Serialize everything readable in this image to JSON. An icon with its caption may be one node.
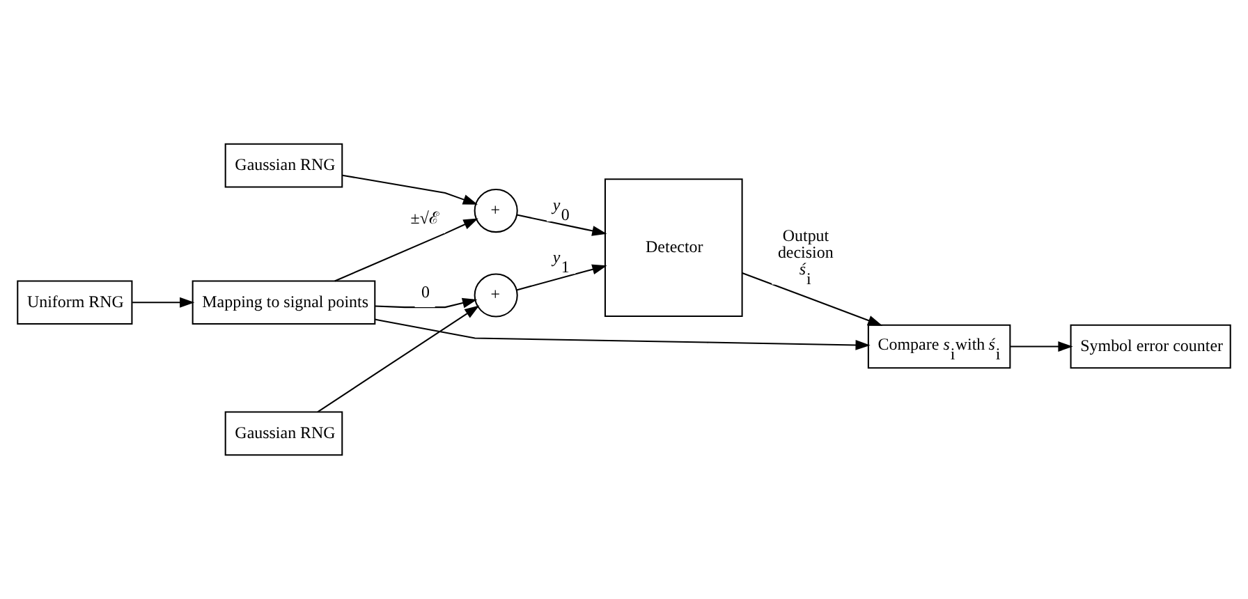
{
  "diagram": {
    "nodes": [
      {
        "text": [
          "Uniform RNG"
        ]
      },
      {
        "text": [
          "Mapping to signal points"
        ]
      },
      {
        "text": [
          "Gaussian RNG"
        ]
      },
      {
        "text": [
          "+"
        ]
      },
      {
        "text": [
          "Gaussian RNG"
        ]
      },
      {
        "text": [
          "+"
        ]
      },
      {
        "text": [
          "Detector"
        ]
      },
      {
        "text": [
          "Compare *s*$_{i}$with *ś*$_{i}$"
        ]
      },
      {
        "text": [
          "Symbol error counter"
        ]
      }
    ],
    "edges": [
      {
        "from": 0,
        "to": 1,
        "arrow": "to"
      },
      {
        "from": 1,
        "to": 3,
        "arrow": "to",
        "label": "±√ℰ"
      },
      {
        "from": 2,
        "to": 3,
        "arrow": "to"
      },
      {
        "from": 1,
        "to": 5,
        "arrow": "to",
        "label": "0"
      },
      {
        "from": 4,
        "to": 5,
        "arrow": "to"
      },
      {
        "from": 3,
        "to": 6,
        "arrow": "to",
        "label": "*y*$_{0}$"
      },
      {
        "from": 5,
        "to": 6,
        "arrow": "to",
        "label": "*y*$_{1}$"
      },
      {
        "from": 6,
        "to": 7,
        "arrow": "to",
        "label": "Output decision *ś*$_{i}$"
      },
      {
        "from": 1,
        "to": 7,
        "arrow": "to"
      },
      {
        "from": 7,
        "to": 8,
        "arrow": "to"
      }
    ]
  }
}
